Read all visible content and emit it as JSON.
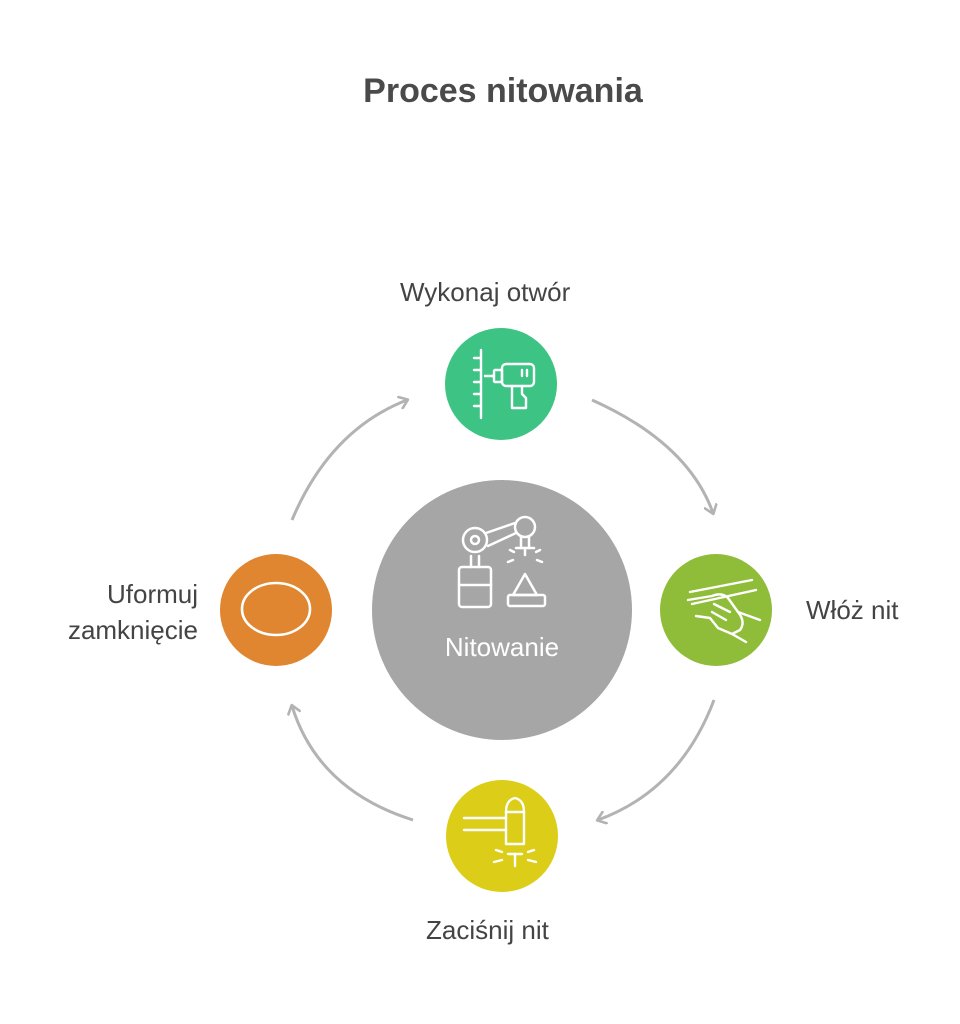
{
  "title": "Proces nitowania",
  "center": {
    "label": "Nitowanie",
    "color": "#a6a6a6",
    "icon": "robot-arm-riveting-icon"
  },
  "steps": [
    {
      "label": "Wykonaj otwór",
      "color": "#3dc485",
      "icon": "drill-icon"
    },
    {
      "label": "Włóż nit",
      "color": "#8fbd3a",
      "icon": "hand-inserting-rivet-icon"
    },
    {
      "label": "Zaciśnij nit",
      "color": "#dccd19",
      "icon": "rivet-clamp-icon"
    },
    {
      "label_line1": "Uformuj",
      "label_line2": "zamknięcie",
      "color": "#e08530",
      "icon": "closing-head-oval-icon"
    }
  ],
  "arrow_color": "#b3b3b3"
}
